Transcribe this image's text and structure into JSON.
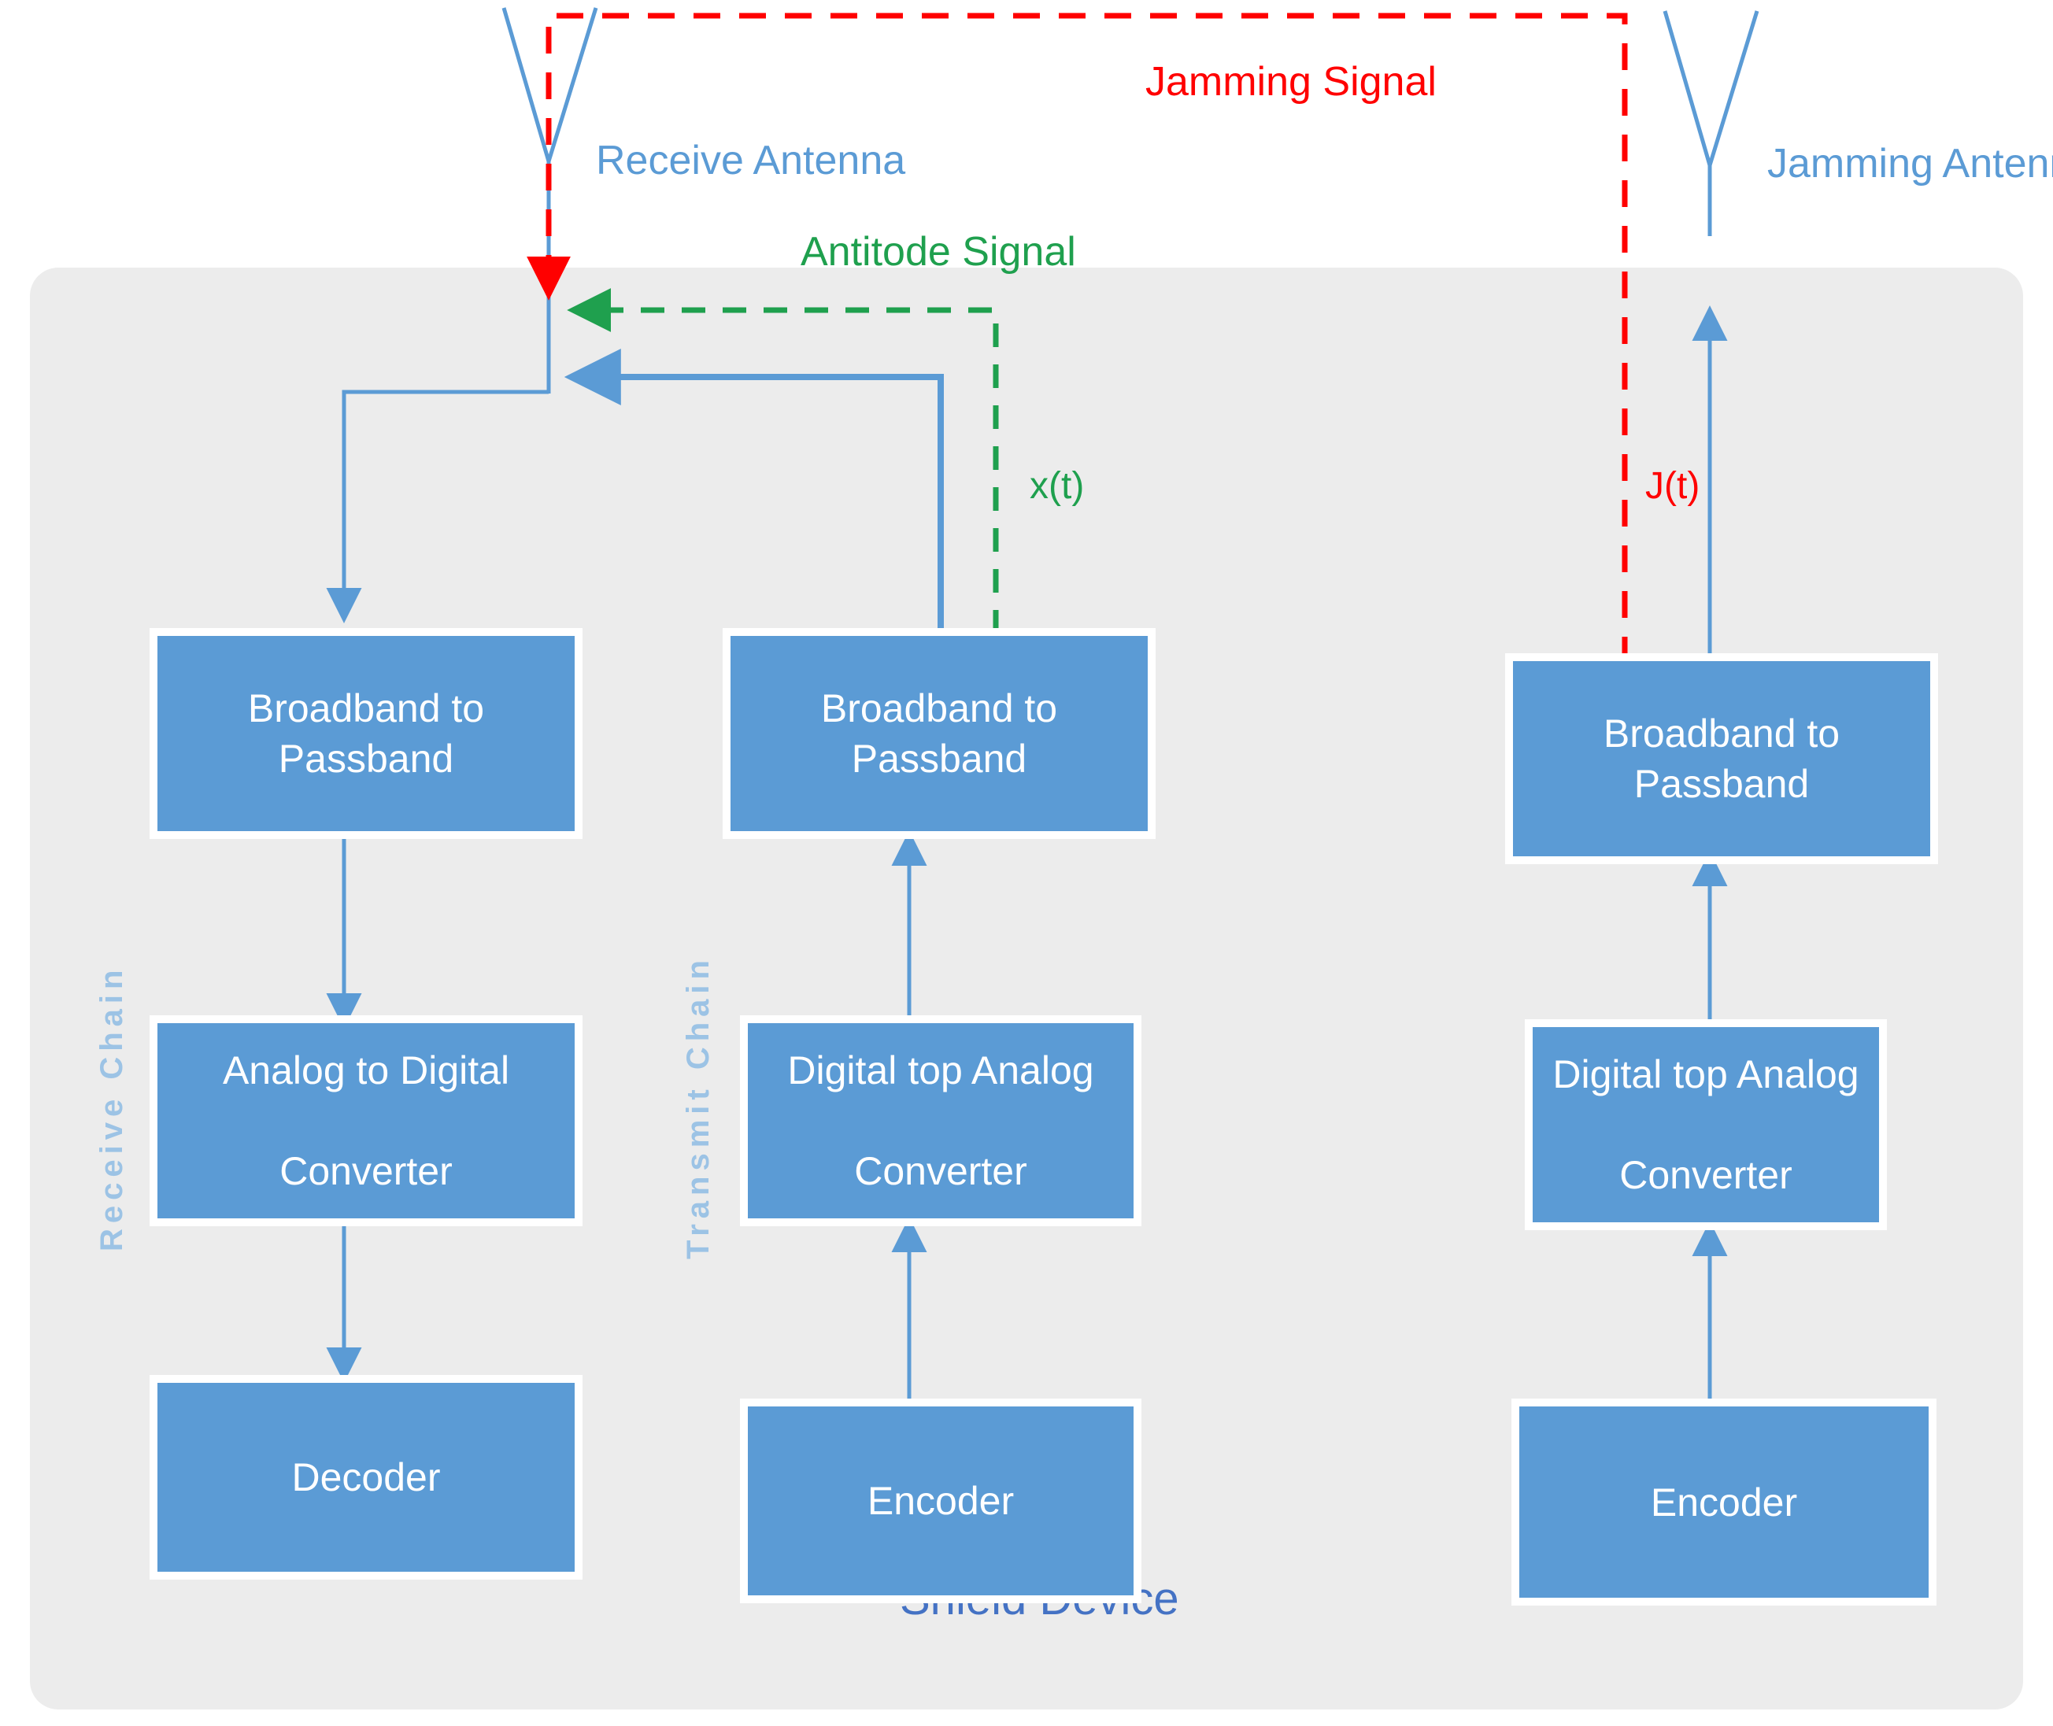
{
  "diagram": {
    "title_bottom": "Shield Device",
    "panel_color": "#ececec",
    "node_color": "#5B9BD5",
    "accent_blue": "#5B9BD5",
    "jam_red": "#FF0000",
    "antidote_green": "#1FA04E",
    "shield_label_color": "#4472C4",
    "chain_label_color": "#9CC3E5"
  },
  "antennas": {
    "receive": {
      "label": "Receive Antenna"
    },
    "jamming": {
      "label": "Jamming Antenna"
    }
  },
  "signals": {
    "jamming": {
      "label": "Jamming Signal",
      "symbol": "J(t)"
    },
    "antidote": {
      "label": "Antitode Signal",
      "symbol": "x(t)"
    }
  },
  "chains": {
    "receive": {
      "label": "Receive Chain"
    },
    "transmit": {
      "label": "Transmit Chain"
    }
  },
  "blocks": {
    "rx_broadband": {
      "label": "Broadband to Passband"
    },
    "rx_adc_line1": {
      "label": "Analog to Digital"
    },
    "rx_adc_line2": {
      "label": "Converter"
    },
    "rx_decoder": {
      "label": "Decoder"
    },
    "tx_broadband": {
      "label": "Broadband to Passband"
    },
    "tx_dac_line1": {
      "label": "Digital top Analog"
    },
    "tx_dac_line2": {
      "label": "Converter"
    },
    "tx_encoder": {
      "label": "Encoder"
    },
    "jam_broadband": {
      "label": "Broadband to Passband"
    },
    "jam_dac_line1": {
      "label": "Digital top Analog"
    },
    "jam_dac_line2": {
      "label": "Converter"
    },
    "jam_encoder": {
      "label": "Encoder"
    }
  }
}
